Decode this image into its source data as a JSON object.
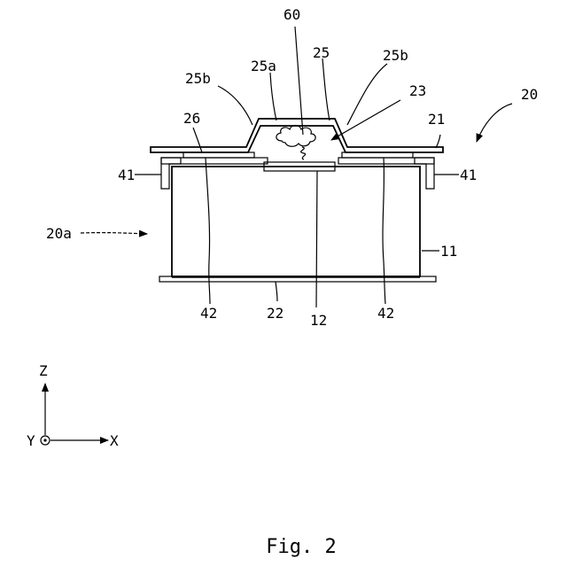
{
  "labels": {
    "l60": "60",
    "l25": "25",
    "l25a": "25a",
    "l25b_left": "25b",
    "l25b_right": "25b",
    "l23": "23",
    "l20": "20",
    "l21": "21",
    "l26": "26",
    "l41_left": "41",
    "l41_right": "41",
    "l20a": "20a",
    "l11": "11",
    "l42_left": "42",
    "l42_right": "42",
    "l22": "22",
    "l12": "12"
  },
  "axes": {
    "z": "Z",
    "y": "Y",
    "x": "X"
  },
  "caption": "Fig. 2"
}
